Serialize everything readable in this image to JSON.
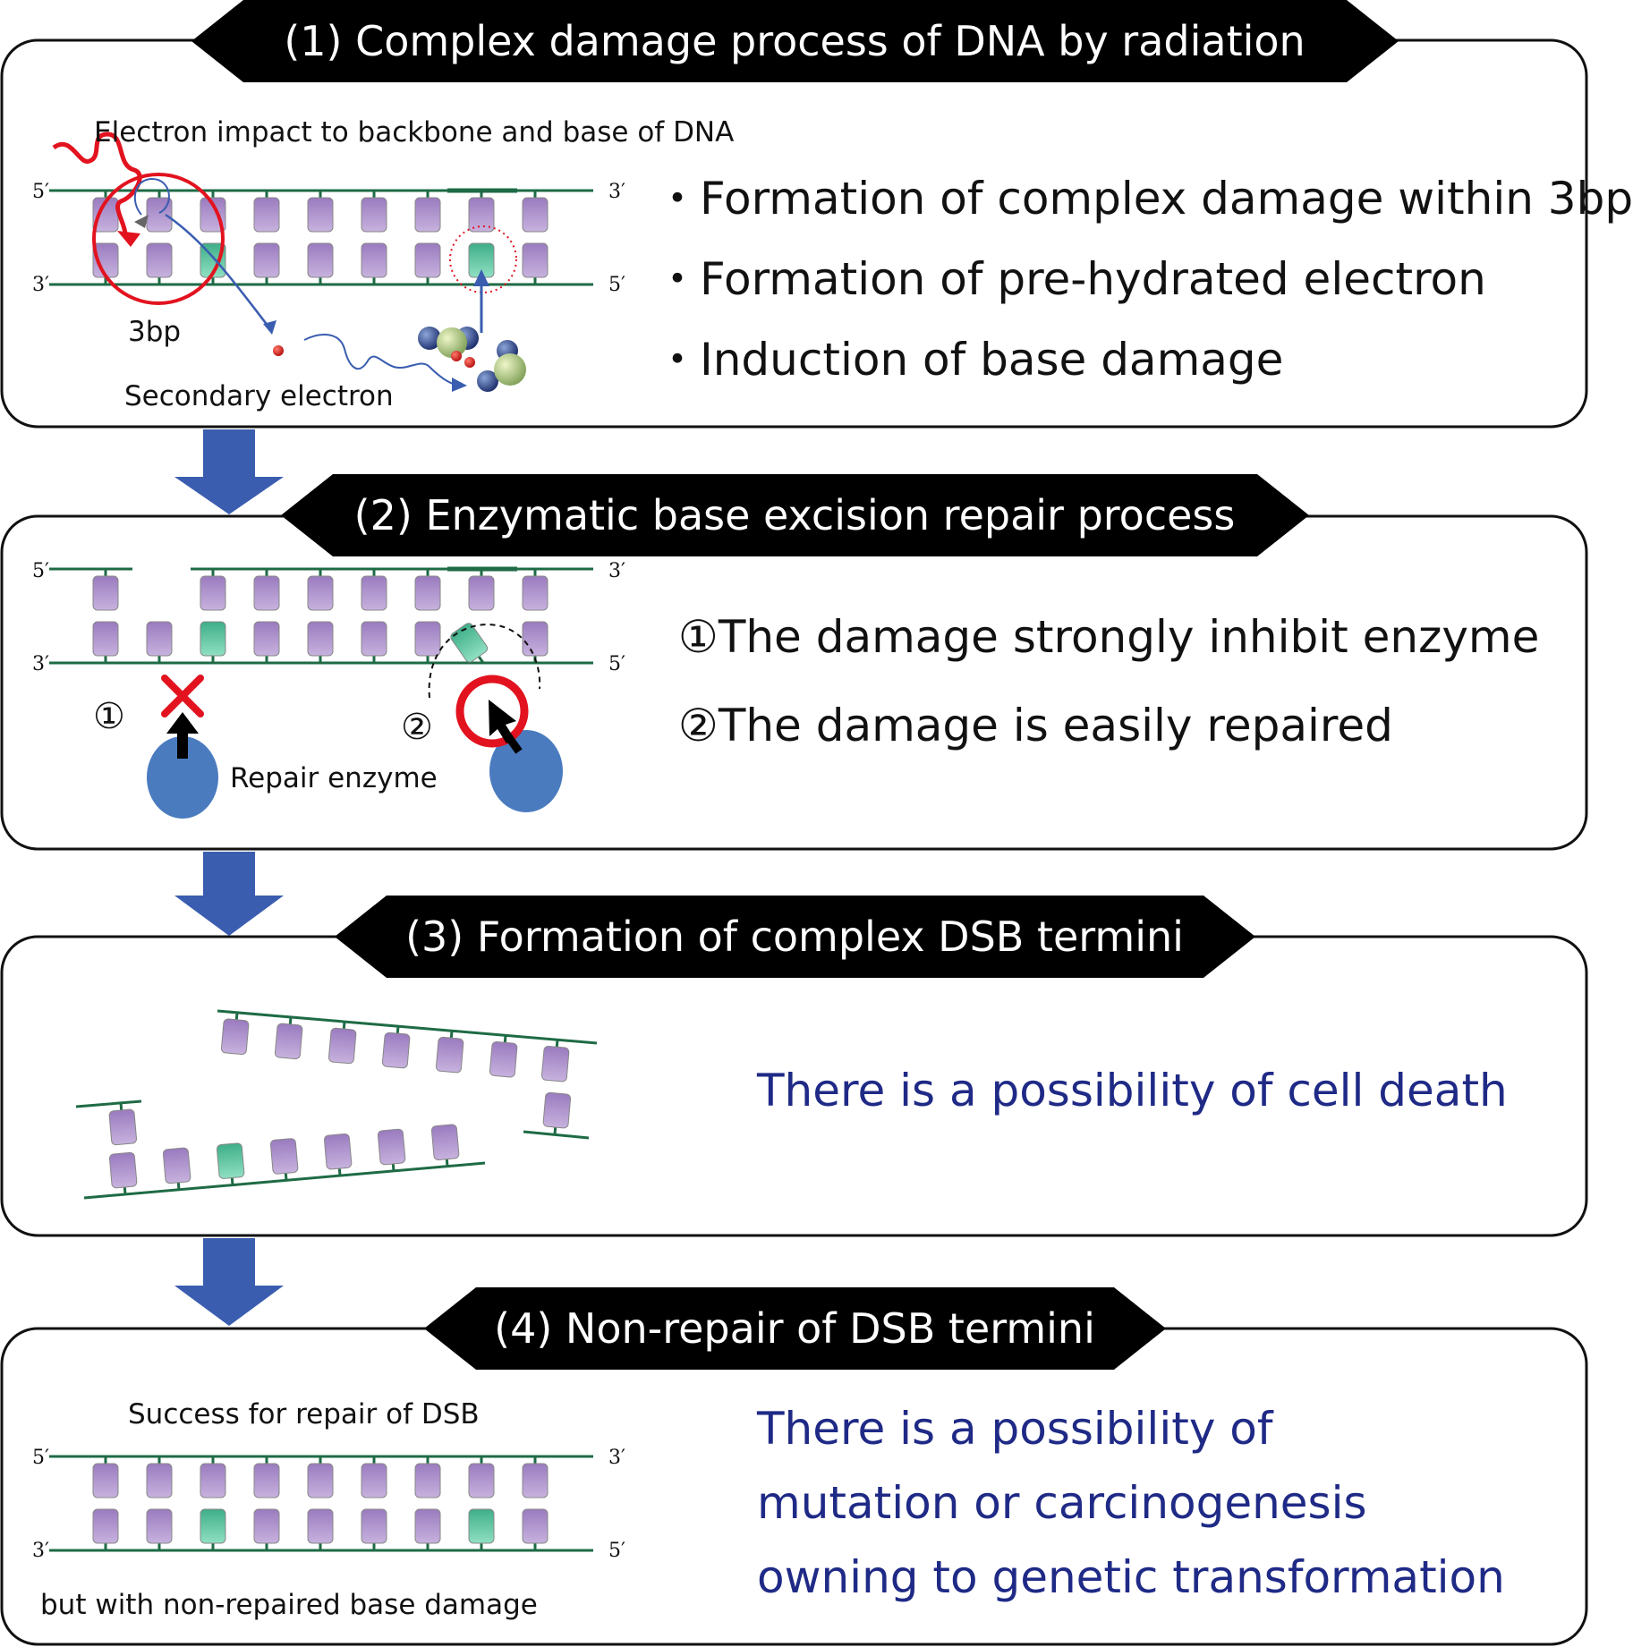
{
  "panels": [
    {
      "title": "(1) Complex damage process of DNA by radiation",
      "labels": {
        "impact": "Electron impact to backbone and base of DNA",
        "bp": "3bp",
        "secondary": "Secondary electron"
      },
      "bullets": [
        "・Formation of complex damage within 3bp",
        "・Formation of pre-hydrated electron",
        "・Induction of base damage"
      ]
    },
    {
      "title": "(2) Enzymatic base excision repair process",
      "labels": {
        "num1": "①",
        "num2": "②",
        "enzyme": "Repair enzyme"
      },
      "notes": [
        "①The damage strongly inhibit enzyme",
        "②The damage is easily repaired"
      ]
    },
    {
      "title": "(3) Formation of complex DSB termini",
      "message": "There is a possibility of cell death"
    },
    {
      "title": "(4) Non-repair of DSB termini",
      "labels": {
        "top": "Success for repair of DSB",
        "bottom": "but with non-repaired base damage"
      },
      "message": [
        "There is a possibility of",
        "mutation or carcinogenesis",
        "owning to genetic transformation"
      ]
    }
  ],
  "strand_ends": {
    "five": "5′",
    "three": "3′"
  },
  "colors": {
    "backbone": "#1e6b45",
    "base": "#a689c6",
    "damaged_base": "#4fc49c",
    "arrow": "#3a5db0",
    "enzyme": "#4a7bbf",
    "alert_red": "#e2131f",
    "message_blue": "#1f2a86"
  }
}
